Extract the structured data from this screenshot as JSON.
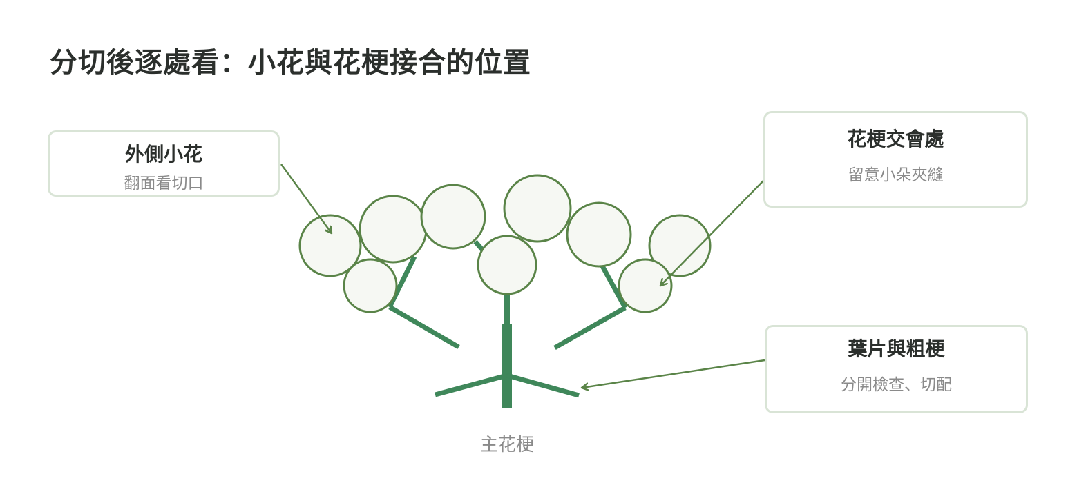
{
  "title": "分切後逐處看：小花與花梗接合的位置",
  "callouts": {
    "outer_floret": {
      "title": "外側小花",
      "subtitle": "翻面看切口"
    },
    "stem_junction": {
      "title": "花梗交會處",
      "subtitle": "留意小朵夾縫"
    },
    "leaves_thick_stem": {
      "title": "葉片與粗梗",
      "subtitle": "分開檢查、切配"
    }
  },
  "labels": {
    "main_stem": "主花梗"
  },
  "colors": {
    "stem": "#3f875a",
    "floret_outline": "#5a8448",
    "floret_fill": "#f6f8f3",
    "arrow": "#5a8448",
    "callout_border": "#d9e4d6",
    "title_text": "#2b2f2c",
    "muted_text": "#8a8a8a"
  }
}
